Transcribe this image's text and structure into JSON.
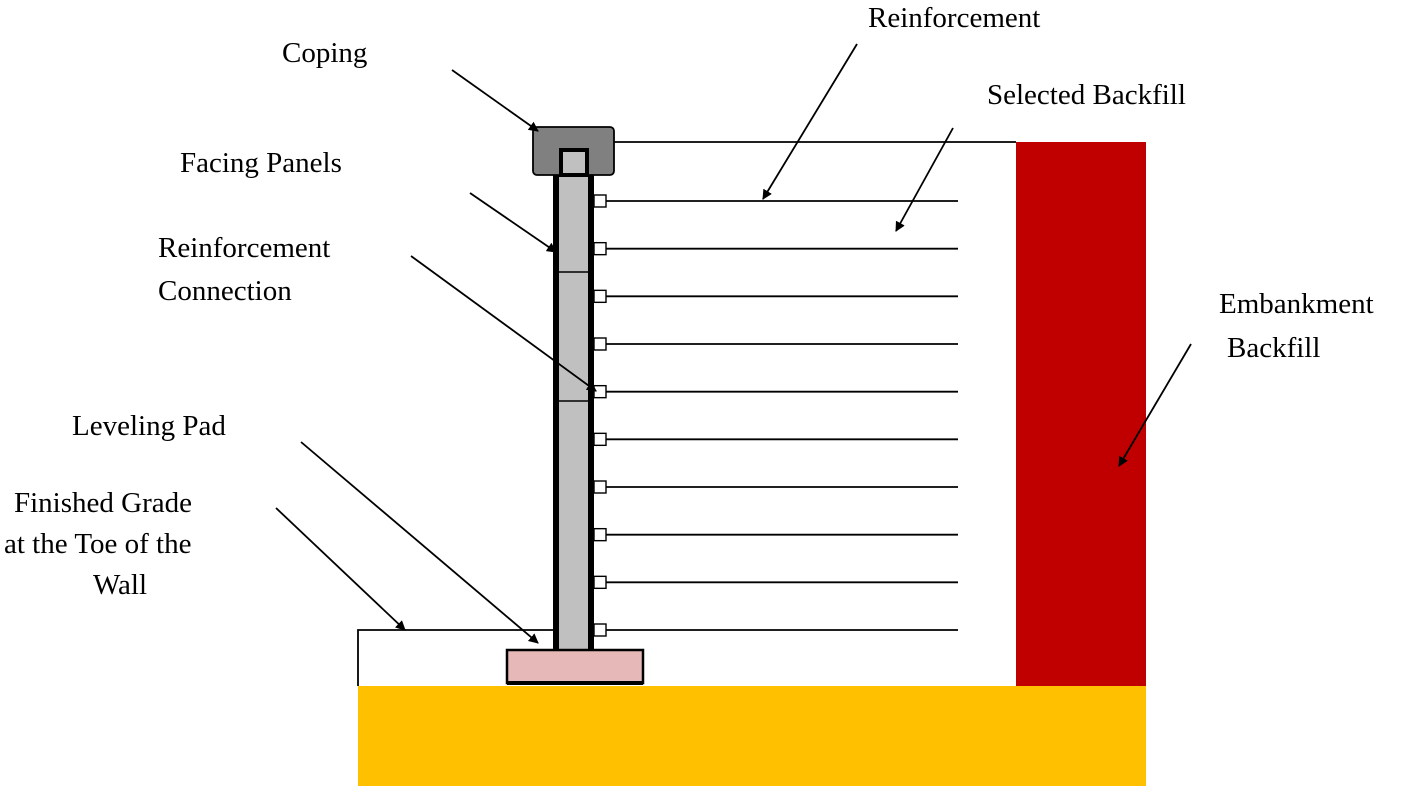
{
  "labels": {
    "coping": "Coping",
    "reinforcement": "Reinforcement",
    "selected_backfill": "Selected Backfill",
    "facing_panels": "Facing Panels",
    "reinforcement_connection_line1": "Reinforcement",
    "reinforcement_connection_line2": "Connection",
    "embankment_backfill_line1": "Embankment",
    "embankment_backfill_line2": "Backfill",
    "leveling_pad": "Leveling Pad",
    "finished_grade_line1": "Finished Grade",
    "finished_grade_line2": "at the Toe of the",
    "finished_grade_line3": "Wall"
  },
  "components": {
    "reinforcement_strip_count": 10,
    "facing_panel_count": 3
  },
  "colors": {
    "foundation": "#FFC000",
    "embankment_backfill": "#C00000",
    "leveling_pad": "#E6B9B8",
    "coping": "#808080",
    "facing_panel": "#C0C0C0",
    "line": "#000000"
  }
}
